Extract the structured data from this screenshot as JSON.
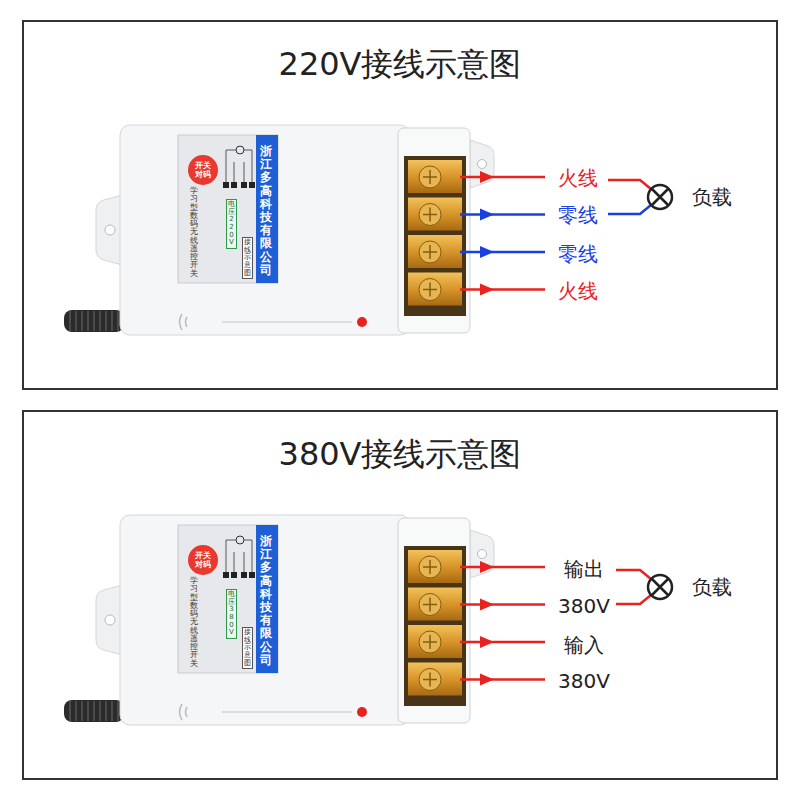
{
  "diagram": {
    "nodes": [
      {
        "text": [
          "220V接线示意图"
        ]
      },
      {
        "text": [
          "开关对码",
          "学习型数码无线遥控开关",
          "浙江多高科技有限公司",
          "接线示意图",
          "电压:220V"
        ],
        "in": 0
      },
      {
        "text": [
          "380V接线示意图"
        ]
      },
      {
        "text": [
          "开关对码",
          "学习型数码无线遥控开关",
          "浙江多高科技有限公司",
          "接线示意图",
          "电压:380V"
        ],
        "in": 2
      }
    ],
    "labels": [
      "火线",
      "零线",
      "零线",
      "火线",
      "负载",
      "输出",
      "380V",
      "输入",
      "380V",
      "负载"
    ]
  }
}
